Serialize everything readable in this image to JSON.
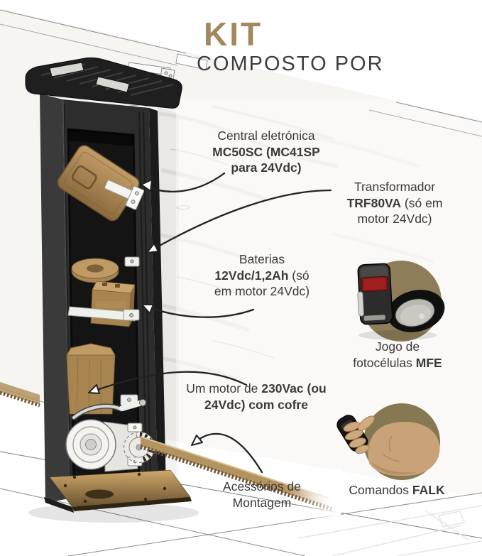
{
  "title": {
    "kit": "KIT",
    "subtitle": "COMPOSTO POR"
  },
  "labels": {
    "central": {
      "line1": "Central eletrónica",
      "line2": "MC50SC (MC41SP",
      "line3": "para 24Vdc)"
    },
    "transformador": {
      "line1": "Transformador",
      "line2_bold": "TRF80VA",
      "line2_rest": " (só em",
      "line3": "motor 24Vdc)"
    },
    "baterias": {
      "line1": "Baterias",
      "line2_bold": "12Vdc/1,2Ah",
      "line2_rest": " (só",
      "line3": "em motor 24Vdc)"
    },
    "fotocelulas": {
      "line1": "Jogo de",
      "line2_pre": "fotocélulas ",
      "line2_bold": "MFE"
    },
    "motor": {
      "line1_pre": "Um motor de ",
      "line1_bold": "230Vac (ou",
      "line2": "24Vdc) com cofre"
    },
    "acessorios": {
      "line1": "Acessórios de",
      "line2": "Montagem"
    },
    "comandos": {
      "line_pre": "Comandos ",
      "line_bold": "FALK"
    }
  },
  "colors": {
    "accent_gold": "#a3875d",
    "text_dark": "#3a3a3a",
    "component_tan": "#b09061",
    "post_dark": "#2b2b2b",
    "photo_circle_olive": "#8c7c57",
    "rack_tan": "#b3935f"
  },
  "figures": {
    "main": "sliding-gate-motor-post-cutaway",
    "parts": [
      "gate-post",
      "control-unit",
      "transformer",
      "batteries",
      "capacitor-cofre",
      "release-lever",
      "motor",
      "pinion-gear",
      "rack",
      "base-plate"
    ],
    "photos": [
      "photocell-pair",
      "remote-control-in-hand"
    ]
  }
}
